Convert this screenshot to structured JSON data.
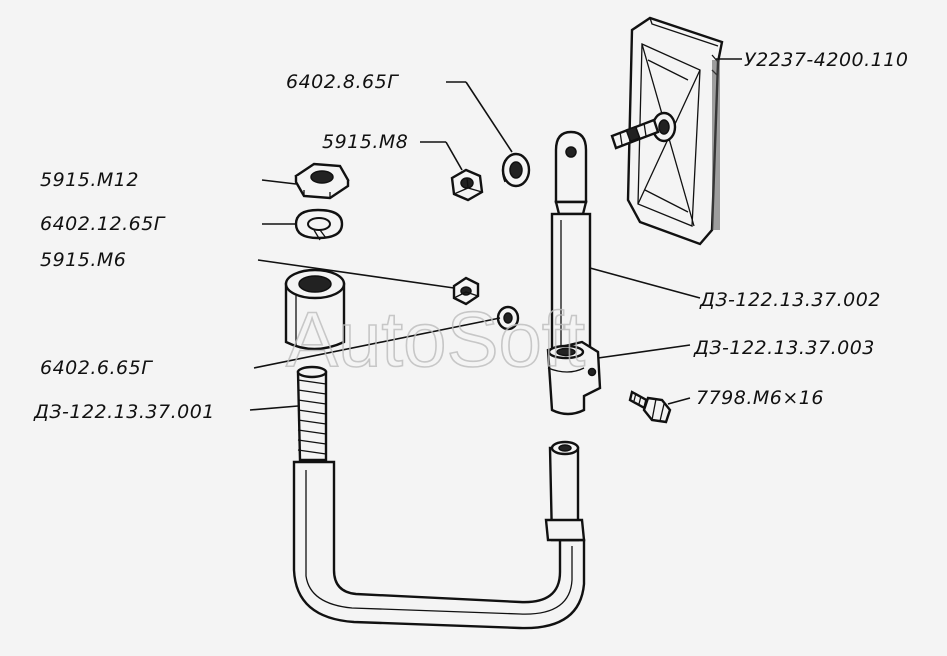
{
  "labels": {
    "mirror": "У2237-4200.110",
    "washer_8": "6402.8.65Г",
    "nut_m8": "5915.М8",
    "nut_m12": "5915.М12",
    "washer_12": "6402.12.65Г",
    "nut_m6": "5915.М6",
    "rod": "ДЗ-122.13.37.002",
    "clamp": "ДЗ-122.13.37.003",
    "bolt": "7798.М6×16",
    "washer_6": "6402.6.65Г",
    "ubolt": "ДЗ-122.13.37.001"
  },
  "watermark": "AutoSoft"
}
